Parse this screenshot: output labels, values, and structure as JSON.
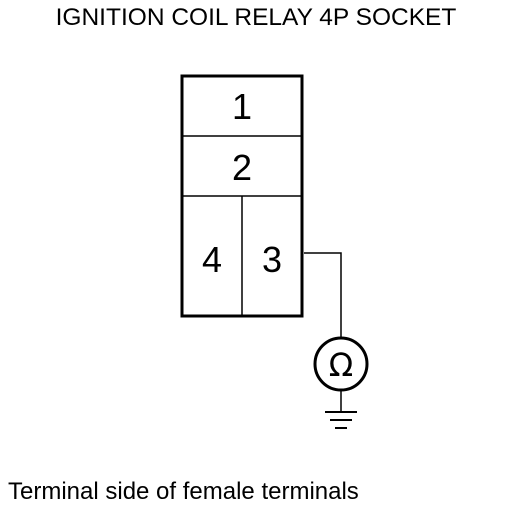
{
  "title": "IGNITION COIL RELAY 4P SOCKET",
  "caption": "Terminal side of female terminals",
  "connector": {
    "terminals": [
      {
        "number": "1"
      },
      {
        "number": "2"
      },
      {
        "number": "4"
      },
      {
        "number": "3"
      }
    ]
  },
  "meter": {
    "symbol": "Ω",
    "icon": "ohmmeter-icon"
  },
  "ground": {
    "icon": "ground-symbol-icon"
  },
  "colors": {
    "line": "#000000",
    "background": "#ffffff"
  }
}
